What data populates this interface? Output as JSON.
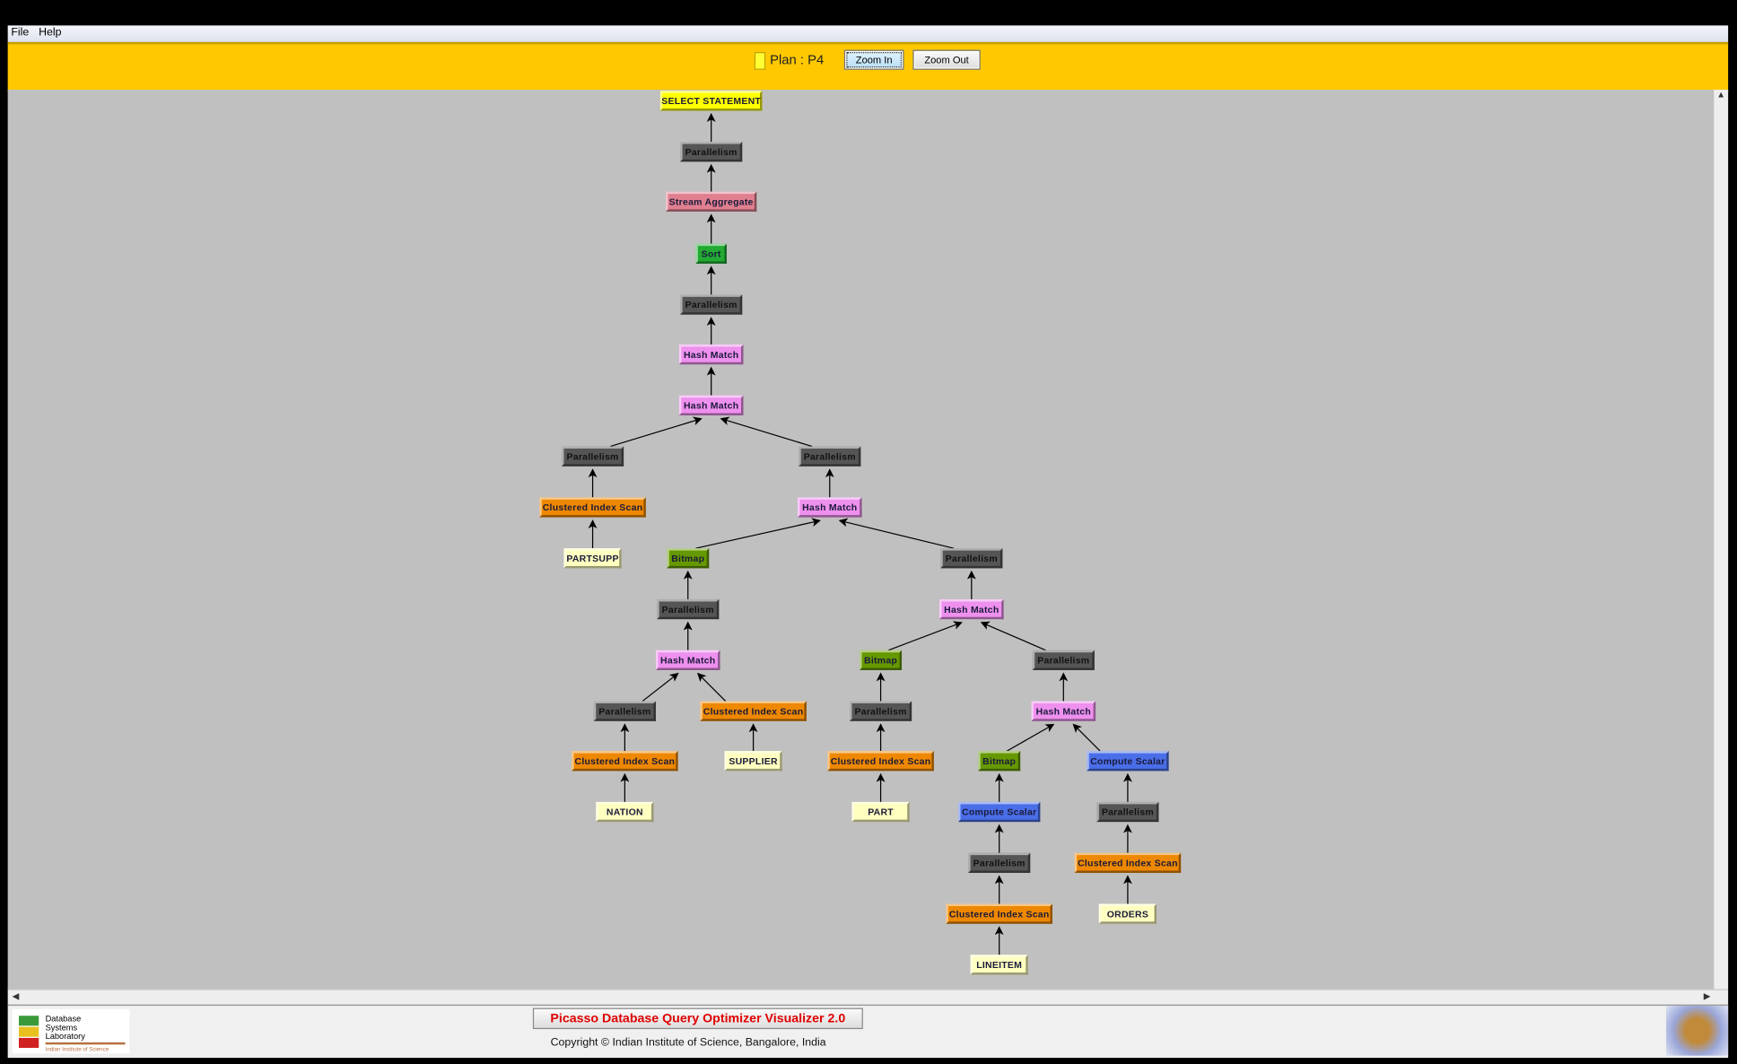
{
  "menu": [
    "File",
    "Help"
  ],
  "toolbar": {
    "plan_label": "Plan : P4",
    "zoom_in": "Zoom In",
    "zoom_out": "Zoom Out",
    "plan_color": "#ffff33"
  },
  "colors": {
    "statement": "#ffff00",
    "parallelism": "#555555",
    "aggregate": "#e07f8f",
    "sort": "#22aa33",
    "hash": "#ee90ee",
    "scan": "#ee8800",
    "table": "#ffffc0",
    "bitmap": "#669900",
    "compute": "#4a6ee8"
  },
  "plan_nodes": [
    {
      "id": 0,
      "label": "SELECT STATEMENT",
      "kind": "statement",
      "parent": null
    },
    {
      "id": 1,
      "label": "Parallelism",
      "kind": "parallelism",
      "parent": 0
    },
    {
      "id": 2,
      "label": "Stream Aggregate",
      "kind": "aggregate",
      "parent": 1
    },
    {
      "id": 3,
      "label": "Sort",
      "kind": "sort",
      "parent": 2
    },
    {
      "id": 4,
      "label": "Parallelism",
      "kind": "parallelism",
      "parent": 3
    },
    {
      "id": 5,
      "label": "Hash Match",
      "kind": "hash",
      "parent": 4
    },
    {
      "id": 6,
      "label": "Hash Match",
      "kind": "hash",
      "parent": 5
    },
    {
      "id": 7,
      "label": "Parallelism",
      "kind": "parallelism",
      "parent": 6
    },
    {
      "id": 8,
      "label": "Parallelism",
      "kind": "parallelism",
      "parent": 6
    },
    {
      "id": 9,
      "label": "Clustered Index Scan",
      "kind": "scan",
      "parent": 7
    },
    {
      "id": 10,
      "label": "PARTSUPP",
      "kind": "table",
      "parent": 9
    },
    {
      "id": 11,
      "label": "Hash Match",
      "kind": "hash",
      "parent": 8
    },
    {
      "id": 12,
      "label": "Bitmap",
      "kind": "bitmap",
      "parent": 11
    },
    {
      "id": 13,
      "label": "Parallelism",
      "kind": "parallelism",
      "parent": 11
    },
    {
      "id": 14,
      "label": "Parallelism",
      "kind": "parallelism",
      "parent": 12
    },
    {
      "id": 15,
      "label": "Hash Match",
      "kind": "hash",
      "parent": 13
    },
    {
      "id": 16,
      "label": "Hash Match",
      "kind": "hash",
      "parent": 14
    },
    {
      "id": 17,
      "label": "Bitmap",
      "kind": "bitmap",
      "parent": 15
    },
    {
      "id": 18,
      "label": "Parallelism",
      "kind": "parallelism",
      "parent": 15
    },
    {
      "id": 19,
      "label": "Parallelism",
      "kind": "parallelism",
      "parent": 16
    },
    {
      "id": 20,
      "label": "Clustered Index Scan",
      "kind": "scan",
      "parent": 16
    },
    {
      "id": 21,
      "label": "Parallelism",
      "kind": "parallelism",
      "parent": 17
    },
    {
      "id": 22,
      "label": "Hash Match",
      "kind": "hash",
      "parent": 18
    },
    {
      "id": 23,
      "label": "Clustered Index Scan",
      "kind": "scan",
      "parent": 19
    },
    {
      "id": 24,
      "label": "SUPPLIER",
      "kind": "table",
      "parent": 20
    },
    {
      "id": 25,
      "label": "Clustered Index Scan",
      "kind": "scan",
      "parent": 21
    },
    {
      "id": 26,
      "label": "Bitmap",
      "kind": "bitmap",
      "parent": 22
    },
    {
      "id": 27,
      "label": "Compute Scalar",
      "kind": "compute",
      "parent": 22
    },
    {
      "id": 28,
      "label": "NATION",
      "kind": "table",
      "parent": 23
    },
    {
      "id": 29,
      "label": "PART",
      "kind": "table",
      "parent": 25
    },
    {
      "id": 30,
      "label": "Compute Scalar",
      "kind": "compute",
      "parent": 26
    },
    {
      "id": 31,
      "label": "Parallelism",
      "kind": "parallelism",
      "parent": 27
    },
    {
      "id": 32,
      "label": "Parallelism",
      "kind": "parallelism",
      "parent": 30
    },
    {
      "id": 33,
      "label": "Clustered Index Scan",
      "kind": "scan",
      "parent": 31
    },
    {
      "id": 34,
      "label": "Clustered Index Scan",
      "kind": "scan",
      "parent": 32
    },
    {
      "id": 35,
      "label": "ORDERS",
      "kind": "table",
      "parent": 33
    },
    {
      "id": 36,
      "label": "LINEITEM",
      "kind": "table",
      "parent": 34
    }
  ],
  "footer": {
    "title": "Picasso Database Query Optimizer Visualizer 2.0",
    "copyright": "Copyright © Indian Institute of Science, Bangalore, India",
    "logo_text": "Database Systems Laboratory Indian Institute of Science"
  }
}
